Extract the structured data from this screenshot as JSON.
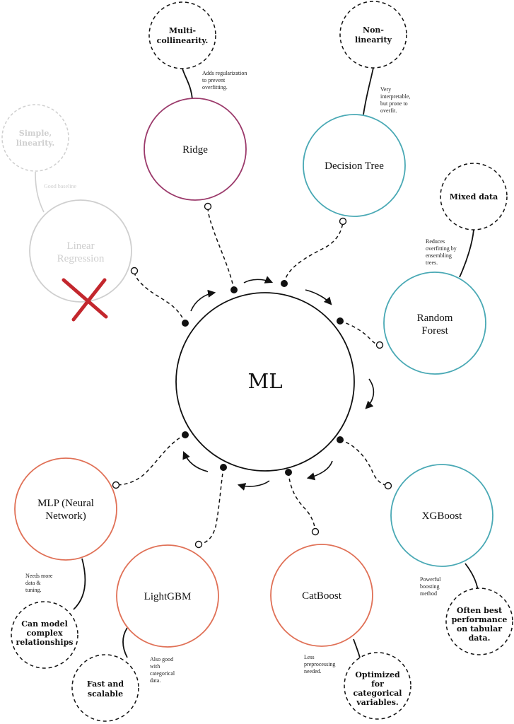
{
  "colors": {
    "ink": "#111111",
    "ridge": "#9b3a6b",
    "tree": "#4aa9b5",
    "boost": "#e07157",
    "faded": "#cfcfcf",
    "cross": "#c3272d"
  },
  "center": {
    "label": "ML"
  },
  "models": {
    "linear": {
      "line1": "Linear",
      "line2": "Regression",
      "bubble1": "Simple,",
      "bubble2": "linearity.",
      "note1": "Good baseline"
    },
    "ridge": {
      "label": "Ridge",
      "bubble1": "Multi-",
      "bubble2": "collinearity.",
      "note1": "Adds regularization",
      "note2": "to prevent",
      "note3": "overfitting."
    },
    "tree": {
      "label": "Decision Tree",
      "bubble1": "Non-",
      "bubble2": "linearity",
      "note1": "Very",
      "note2": "interpretable,",
      "note3": "but prone to",
      "note4": "overfit."
    },
    "forest": {
      "line1": "Random",
      "line2": "Forest",
      "bubble1": "Mixed data",
      "note1": "Reduces",
      "note2": "overfitting by",
      "note3": "ensembling",
      "note4": "trees."
    },
    "xgb": {
      "label": "XGBoost",
      "bubble1": "Often best",
      "bubble2": "performance",
      "bubble3": "on tabular",
      "bubble4": "data.",
      "note1": "Powerful",
      "note2": "boosting",
      "note3": "method"
    },
    "cat": {
      "label": "CatBoost",
      "bubble1": "Optimized",
      "bubble2": "for",
      "bubble3": "categorical",
      "bubble4": "variables.",
      "note1": "Less",
      "note2": "preprocessing",
      "note3": "needed."
    },
    "lgbm": {
      "label": "LightGBM",
      "bubble1": "Fast and",
      "bubble2": "scalable",
      "note1": "Also good",
      "note2": "with",
      "note3": "categorical",
      "note4": "data."
    },
    "mlp": {
      "line1": "MLP (Neural",
      "line2": "Network)",
      "bubble1": "Can model",
      "bubble2": "complex",
      "bubble3": "relationships",
      "note1": "Needs more",
      "note2": "data &",
      "note3": "tuning."
    }
  }
}
